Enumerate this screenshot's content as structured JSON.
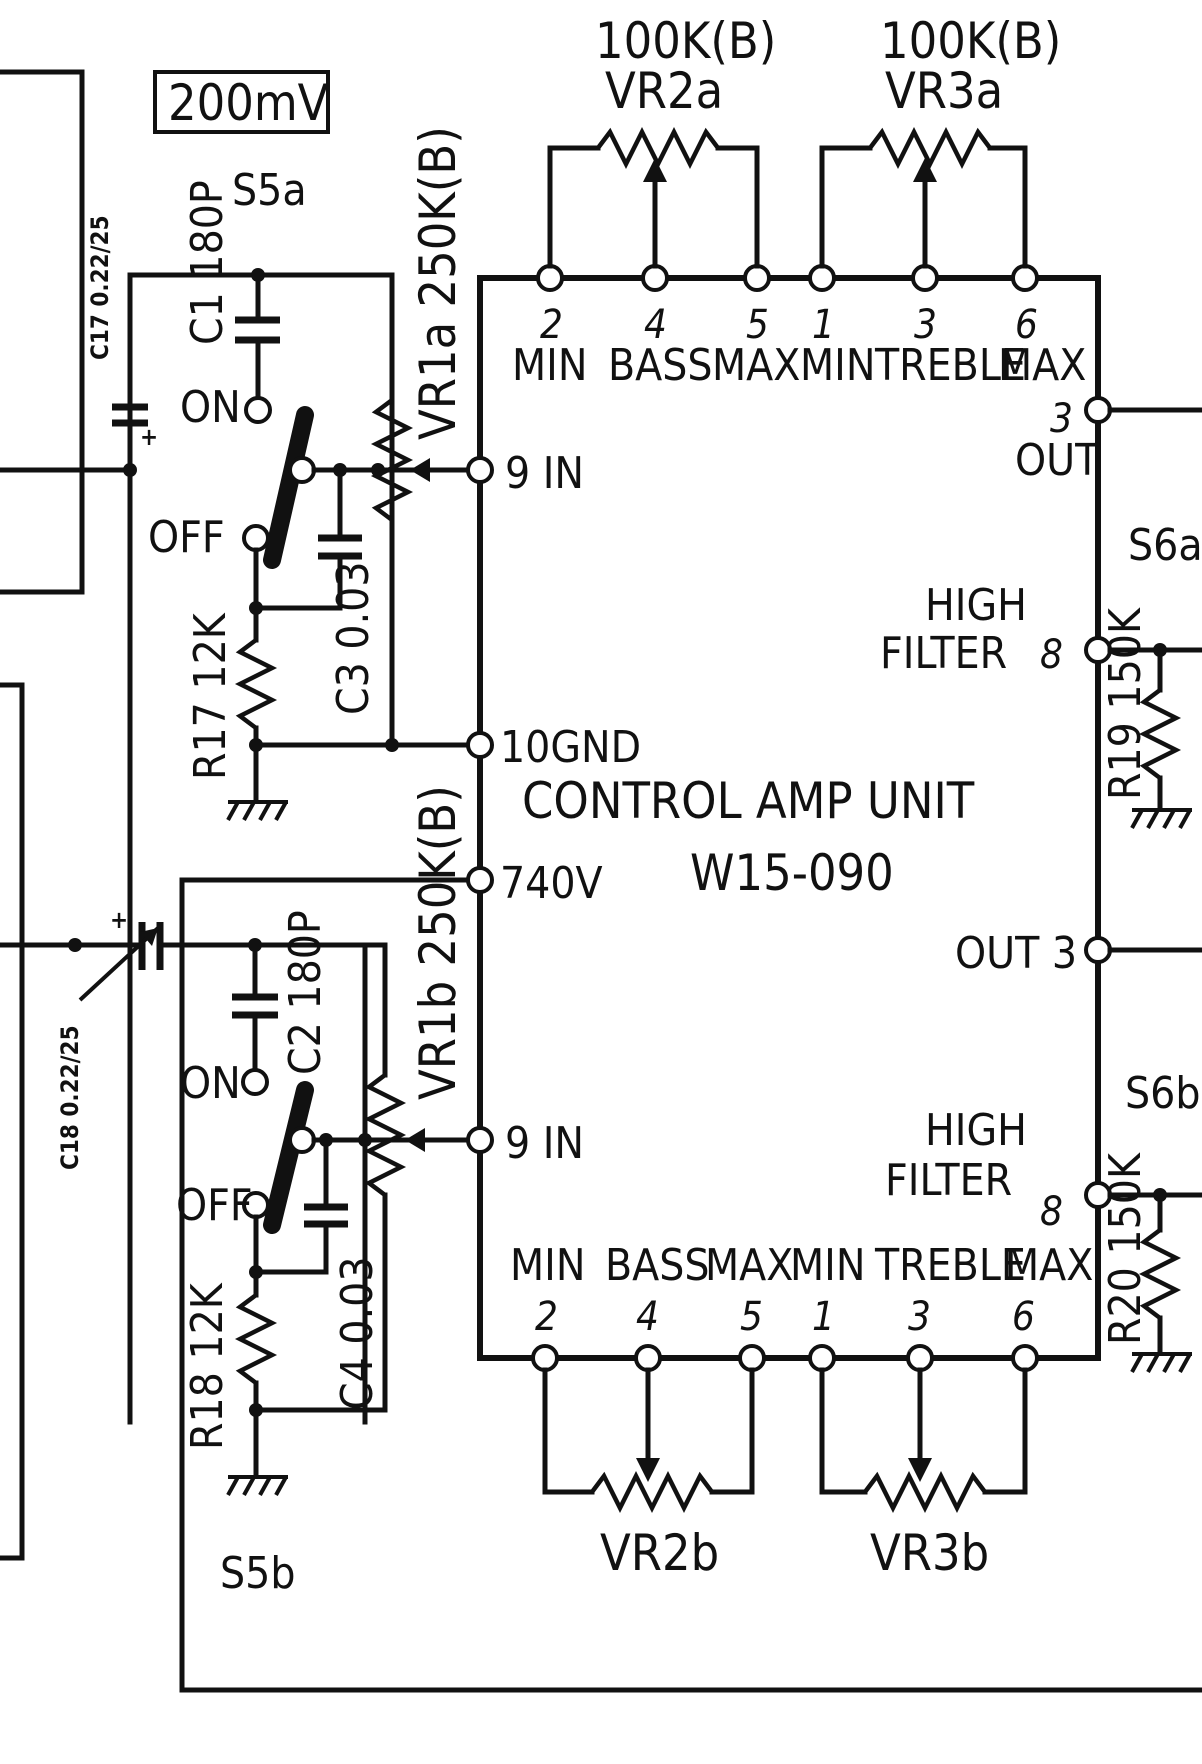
{
  "labels": {
    "level": "200mV",
    "s5a": "S5a",
    "s5b": "S5b",
    "s6a": "S6a",
    "s6b": "S6b",
    "c17": "C17 0.22/25",
    "c18": "C18 0.22/25",
    "c1": "C1 180P",
    "c2": "C2 180P",
    "c3": "C3 0.03",
    "c4": "C4 0.03",
    "r17": "R17 12K",
    "r18": "R18 12K",
    "r19": "R19 150K",
    "r20": "R20 150K",
    "vr1a": "VR1a 250K(B)",
    "vr1b": "VR1b 250K(B)",
    "vr2a": "VR2a",
    "vr3a": "VR3a",
    "vr2b": "VR2b",
    "vr3b": "VR3b",
    "vr2a_value": "100K(B)",
    "vr3a_value": "100K(B)",
    "switch_on": "ON",
    "switch_off": "OFF"
  },
  "unit": {
    "name": "CONTROL AMP UNIT",
    "model": "W15-090",
    "top_pins": [
      {
        "num": "2",
        "label": "MIN"
      },
      {
        "num": "4",
        "label": "BASS"
      },
      {
        "num": "5",
        "label": "MAX"
      },
      {
        "num": "1",
        "label": "MIN"
      },
      {
        "num": "3",
        "label": "TREBLE"
      },
      {
        "num": "6",
        "label": "MAX"
      }
    ],
    "bottom_pins": [
      {
        "num": "2",
        "label": "MIN"
      },
      {
        "num": "4",
        "label": "BASS"
      },
      {
        "num": "5",
        "label": "MAX"
      },
      {
        "num": "1",
        "label": "MIN"
      },
      {
        "num": "3",
        "label": "TREBLE"
      },
      {
        "num": "6",
        "label": "MAX"
      }
    ],
    "left_pins": {
      "in_a": "9 IN",
      "gnd": "10GND",
      "v40": "740V",
      "in_b": "9 IN"
    },
    "right_pins": {
      "out_a_num": "3",
      "out_a_label": "OUT",
      "filter_a_label_1": "HIGH",
      "filter_a_label_2": "FILTER",
      "filter_a_num": "8",
      "out_b": "OUT 3",
      "filter_b_label_1": "HIGH",
      "filter_b_label_2": "FILTER",
      "filter_b_num": "8"
    }
  }
}
